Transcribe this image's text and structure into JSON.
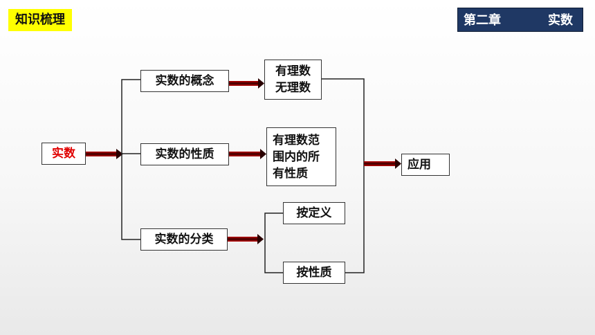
{
  "header": {
    "section_label": "知识梳理",
    "chapter": "第二章",
    "chapter_title": "实数"
  },
  "diagram": {
    "root": "实数",
    "concept": "实数的概念",
    "concept_result": "有理数\n无理数",
    "property": "实数的性质",
    "property_result": "有理数范\n围内的所\n有性质",
    "classify": "实数的分类",
    "classify_by_definition": "按定义",
    "classify_by_property": "按性质",
    "application": "应用"
  },
  "colors": {
    "label_bg": "#ffff00",
    "chapter_bg": "#1f3864",
    "root_text": "#e00000",
    "arrow": "#7a0000"
  }
}
